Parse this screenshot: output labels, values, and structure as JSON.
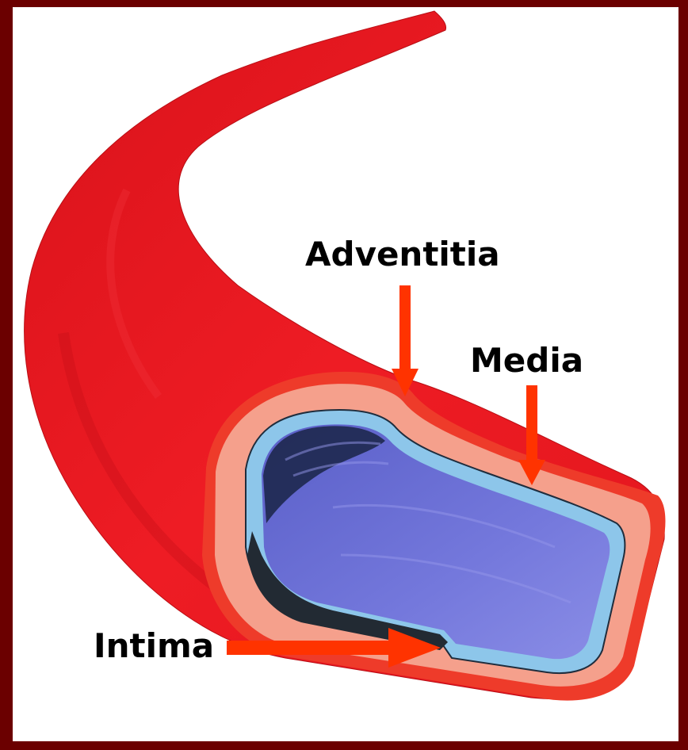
{
  "labels": {
    "adventitia": "Adventitia",
    "media": "Media",
    "intima": "Intima"
  },
  "colors": {
    "border": "#6b0000",
    "background": "#ffffff",
    "adventitia_outer": "#e8141c",
    "adventitia_shade": "#c50f17",
    "media": "#f59c8a",
    "intima": "#8fc4e8",
    "lumen": "#6f73d6",
    "lumen_dark": "#1e2a55",
    "arrow": "#ff3300"
  }
}
